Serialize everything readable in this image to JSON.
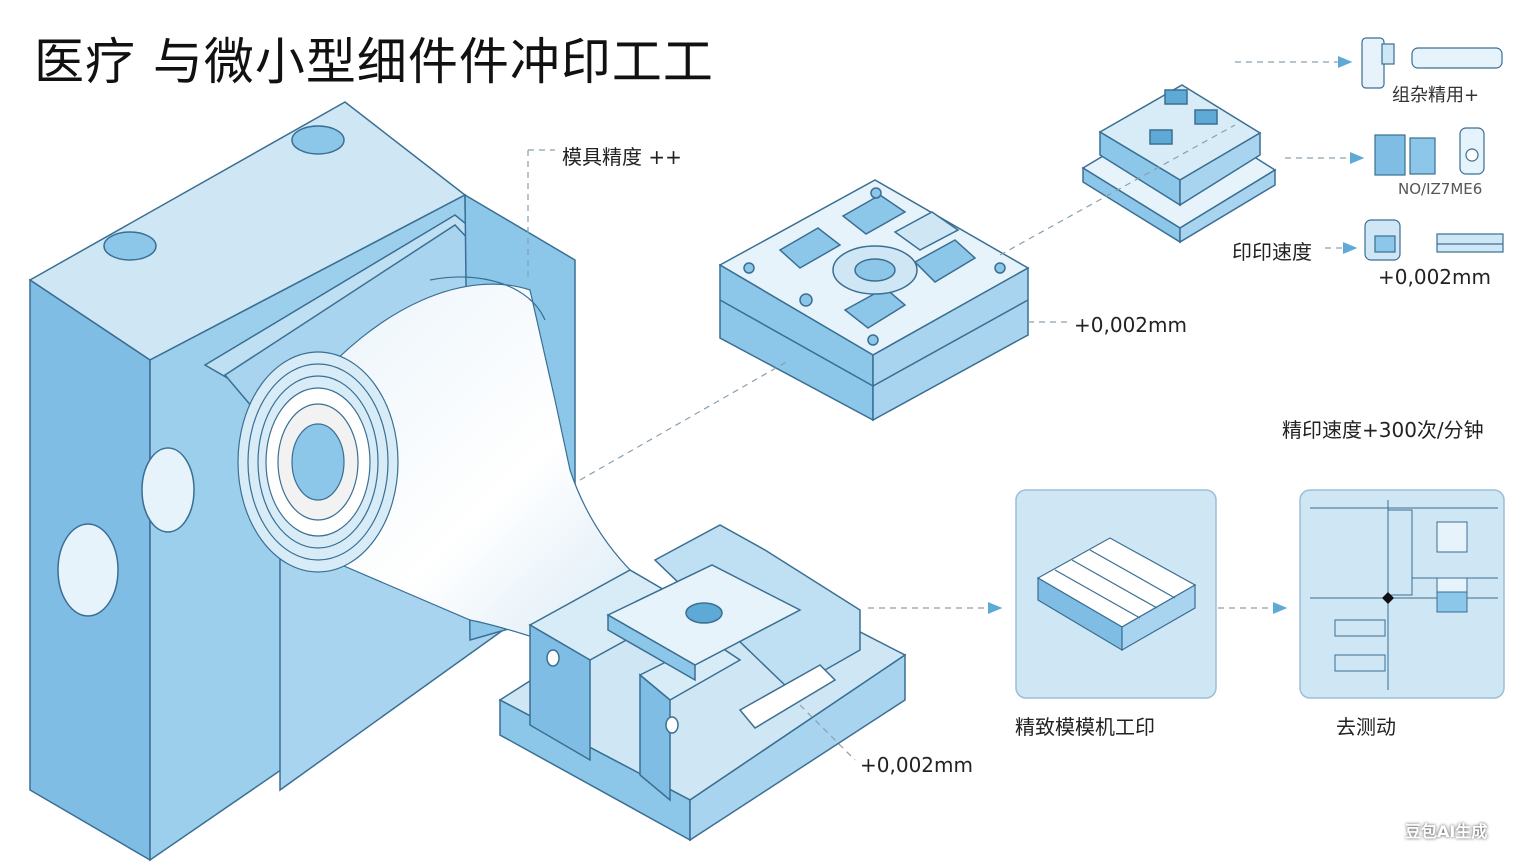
{
  "title": "医疗 与微小型细件件冲印工工",
  "labels": {
    "mold_precision": "模具精度 ++",
    "tol_mid": "+0,002mm",
    "tol_bottom": "+0,002mm",
    "tol_right": "+0,002mm",
    "print_speed": "印印速度",
    "speed_rate": "精印速度+300次/分钟",
    "top_right_caption": "组杂精用+",
    "mid_right_caption": "NO/IZ7ME6",
    "stamp_machine": "精致模模机工印",
    "inspection": "去测动",
    "watermark": "豆包AI生成"
  },
  "colors": {
    "fill_light": "#cfe6f5",
    "fill_mid": "#8cc6e8",
    "fill_dark": "#5fa9d6",
    "stroke": "#3a6f93",
    "leader": "#8aa0b0"
  }
}
